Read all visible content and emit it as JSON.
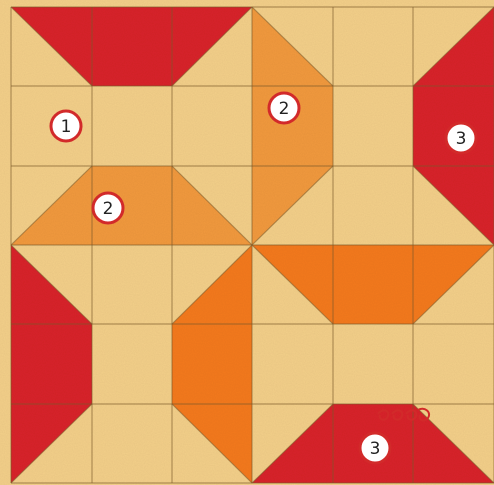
{
  "colors": {
    "tan": "#f4d08a",
    "light_orange": "#f29a3e",
    "orange": "#f57a1e",
    "red": "#d9232a",
    "seam": "#7a5a2a",
    "badge_ring": "#d22a2a",
    "badge_fill": "#ffffff"
  },
  "badges": [
    {
      "label": "1"
    },
    {
      "label": "2"
    },
    {
      "label": "2"
    },
    {
      "label": "3"
    },
    {
      "label": "3"
    }
  ]
}
